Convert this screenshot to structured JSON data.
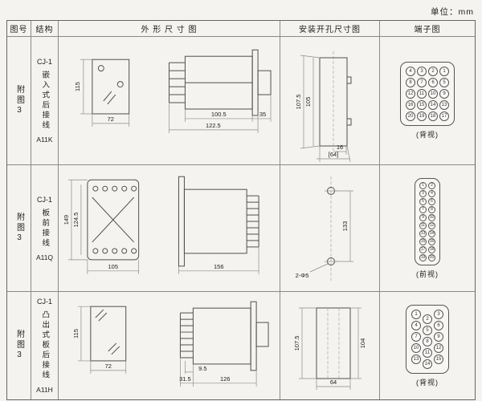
{
  "page": {
    "unit_label": "单位：mm"
  },
  "headers": {
    "fig": "图号",
    "structure": "结构",
    "outline": "外 形 尺 寸 图",
    "install": "安装开孔尺寸图",
    "terminal": "端子图"
  },
  "rows": [
    {
      "fig": "附图3",
      "model": "CJ-1",
      "desc": "嵌入式后接线",
      "code": "A11K",
      "outline": {
        "height": "115",
        "width": "72",
        "body": "100.5",
        "total": "122.5",
        "flange": "35"
      },
      "install": {
        "h_outer": "107.5",
        "h_inner": "105",
        "w_small": "16",
        "w_total": "[64]"
      },
      "terminal": {
        "view": "(背视)",
        "grid": [
          [
            4,
            3,
            2,
            1
          ],
          [
            8,
            7,
            6,
            5
          ],
          [
            12,
            11,
            10,
            9
          ],
          [
            16,
            15,
            14,
            13
          ],
          [
            20,
            19,
            18,
            17
          ]
        ]
      }
    },
    {
      "fig": "附图3",
      "model": "CJ-1",
      "desc": "板前接线",
      "code": "A11Q",
      "outline": {
        "height": "149",
        "inner": "124.5",
        "width": "105",
        "length": "156"
      },
      "install": {
        "spacing": "133",
        "hole": "2-Φ5"
      },
      "terminal": {
        "view": "(前视)",
        "grid": [
          [
            1,
            2
          ],
          [
            3,
            4
          ],
          [
            5,
            6
          ],
          [
            7,
            8
          ],
          [
            9,
            10
          ],
          [
            11,
            12
          ],
          [
            13,
            14
          ],
          [
            15,
            16
          ],
          [
            17,
            18
          ],
          [
            19,
            20
          ]
        ]
      }
    },
    {
      "fig": "附图3",
      "model": "CJ-1",
      "desc": "凸出式板后接线",
      "code": "A11H",
      "outline": {
        "height": "115",
        "width": "72",
        "pin": "9.5",
        "step": "31.5",
        "length": "126"
      },
      "install": {
        "h_outer": "107.5",
        "h_inner": "104",
        "width": "64"
      },
      "terminal": {
        "view": "(背视)",
        "grid": [
          [
            1,
            2,
            3
          ],
          [
            4,
            5,
            6
          ],
          [
            7,
            8,
            9
          ],
          [
            10,
            11,
            12
          ],
          [
            13,
            14,
            15
          ]
        ]
      }
    }
  ]
}
